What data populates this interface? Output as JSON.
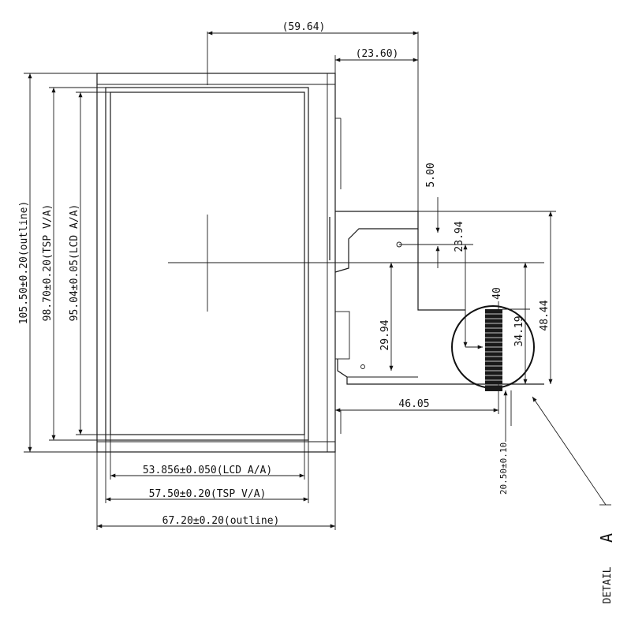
{
  "dimensions": {
    "overall_width_ref": "(59.64)",
    "fpc_offset_ref": "(23.60)",
    "outline_height": "105.50±0.20(outline)",
    "tsp_va_height": "98.70±0.20(TSP V/A)",
    "lcd_aa_height": "95.04±0.05(LCD A/A)",
    "fpc_top_step": "5.00",
    "fpc_hole_distance": "23.94",
    "fpc_contact_height": "34.19",
    "fpc_total_height": "48.44",
    "fpc_pitch": "40",
    "fpc_tail_height": "29.94",
    "fpc_horizontal": "46.05",
    "fpc_width": "20.50±0.10",
    "lcd_aa_width": "53.856±0.050(LCD A/A)",
    "tsp_va_width": "57.50±0.20(TSP V/A)",
    "outline_width": "67.20±0.20(outline)"
  },
  "detail": {
    "marker": "A",
    "label": "DETAIL"
  }
}
